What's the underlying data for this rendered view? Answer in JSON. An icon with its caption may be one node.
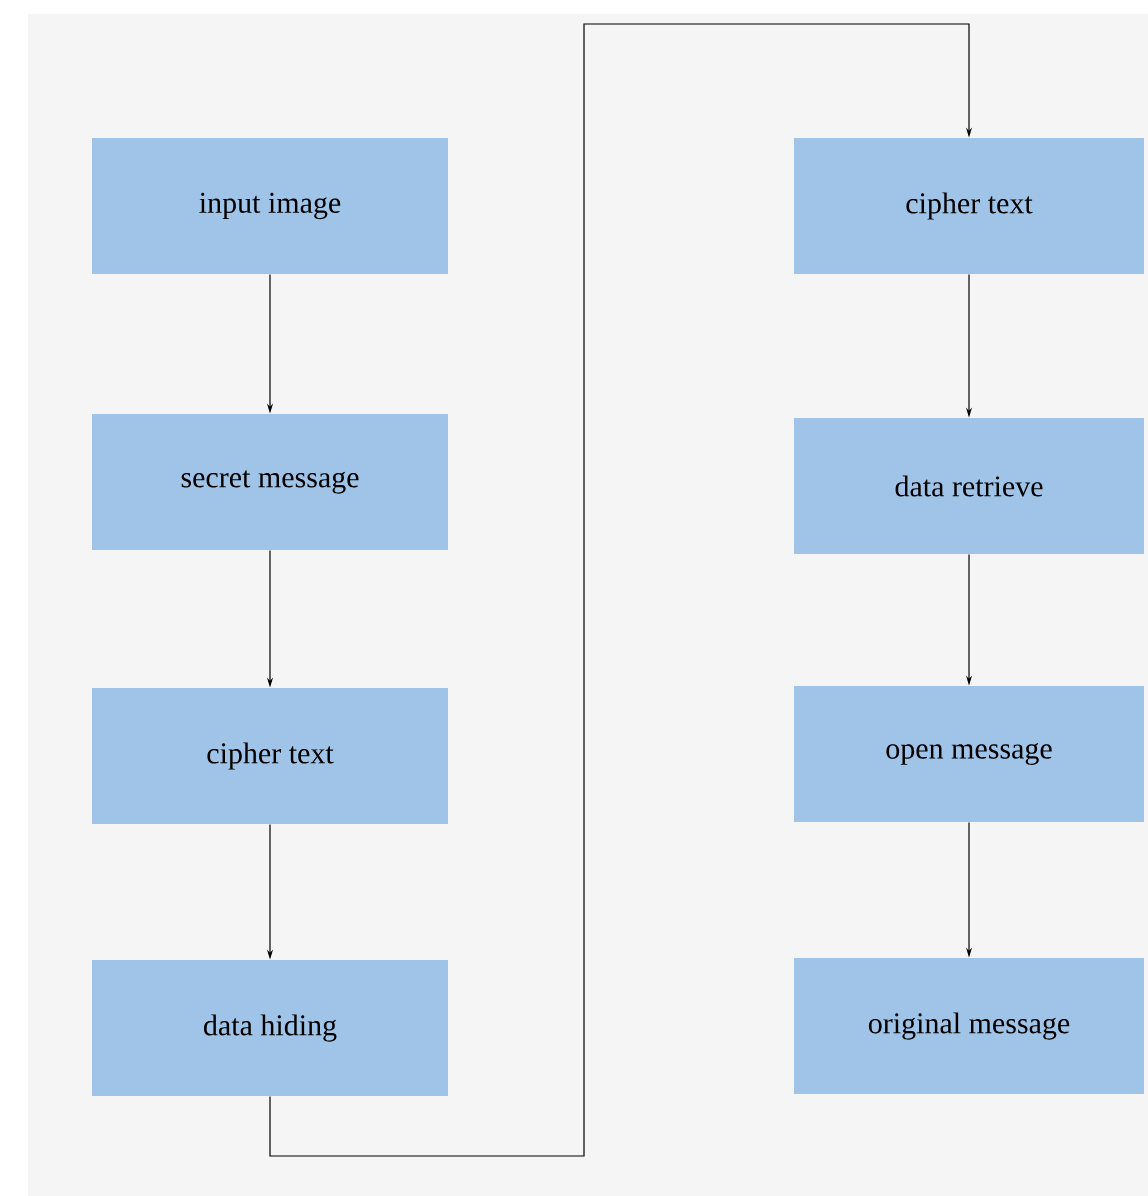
{
  "diagram": {
    "nodes": [
      {
        "text": [
          "input image"
        ]
      },
      {
        "text": [
          "secret message"
        ]
      },
      {
        "text": [
          "cipher text"
        ]
      },
      {
        "text": [
          "data hiding"
        ]
      },
      {
        "text": [
          "cipher text"
        ]
      },
      {
        "text": [
          "data retrieve"
        ]
      },
      {
        "text": [
          "open message"
        ]
      },
      {
        "text": [
          "original message"
        ]
      }
    ],
    "edges": [
      {
        "from": 0,
        "to": 1,
        "arrow": "to"
      },
      {
        "from": 1,
        "to": 2,
        "arrow": "to"
      },
      {
        "from": 2,
        "to": 3,
        "arrow": "to"
      },
      {
        "from": 3,
        "to": 4,
        "arrow": "to"
      },
      {
        "from": 4,
        "to": 5,
        "arrow": "to"
      },
      {
        "from": 5,
        "to": 6,
        "arrow": "to"
      },
      {
        "from": 6,
        "to": 7,
        "arrow": "to"
      }
    ]
  }
}
